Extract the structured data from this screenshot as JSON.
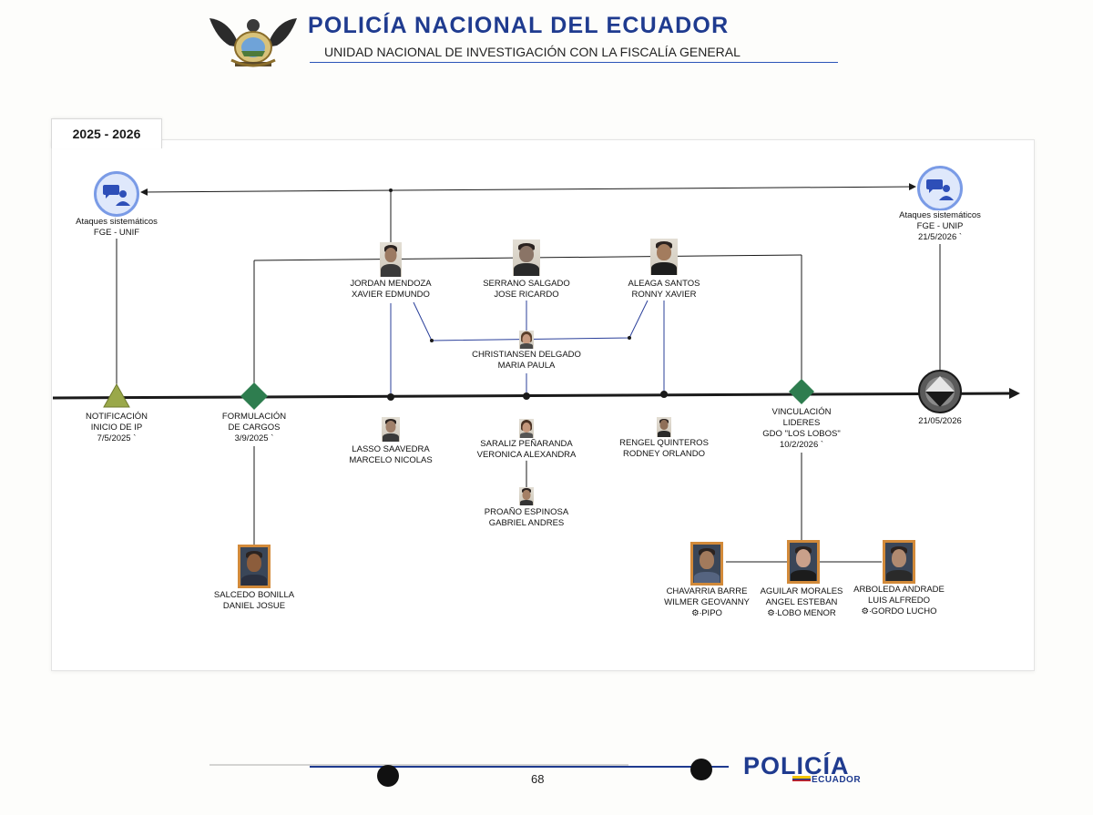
{
  "header": {
    "title": "POLICÍA NACIONAL DEL ECUADOR",
    "subtitle": "UNIDAD NACIONAL DE INVESTIGACIÓN CON LA FISCALÍA GENERAL"
  },
  "period": "2025 - 2026",
  "colors": {
    "brand_blue": "#1f3b8f",
    "timeline": "#1a1a1a",
    "connector_blue": "#2a3f9a",
    "milestone_green": "#2e7d4f",
    "start_triangle": "#9aa84a",
    "photo_frame": "#d28a3a"
  },
  "icons": [
    "chat-icon",
    "triangle-marker",
    "diamond-marker",
    "end-marker",
    "emblem"
  ],
  "attacks_start": {
    "line1": "Ataques sistemáticos",
    "line2": "FGE - UNIF"
  },
  "attacks_end": {
    "line1": "Ataques sistemáticos",
    "line2": "FGE - UNIP",
    "line3": "21/5/2026 `"
  },
  "milestones": {
    "start": {
      "line1": "NOTIFICACIÓN",
      "line2": "INICIO DE IP",
      "line3": "7/5/2025 `"
    },
    "charges": {
      "line1": "FORMULACIÓN",
      "line2": "DE CARGOS",
      "line3": "3/9/2025 `"
    },
    "linking": {
      "line1": "VINCULACIÓN",
      "line2": "LIDERES",
      "line3": "GDO \"LOS LOBOS\"",
      "line4": "10/2/2026 `"
    },
    "end": {
      "line1": "21/05/2026"
    }
  },
  "people": {
    "jordan": {
      "line1": "JORDAN MENDOZA",
      "line2": "XAVIER EDMUNDO"
    },
    "serrano": {
      "line1": "SERRANO SALGADO",
      "line2": "JOSE RICARDO"
    },
    "aleaga": {
      "line1": "ALEAGA SANTOS",
      "line2": "RONNY XAVIER"
    },
    "christiansen": {
      "line1": "CHRISTIANSEN DELGADO",
      "line2": "MARIA PAULA"
    },
    "lasso": {
      "line1": "LASSO SAAVEDRA",
      "line2": "MARCELO NICOLAS"
    },
    "saraliz": {
      "line1": "SARALIZ PEÑARANDA",
      "line2": "VERONICA ALEXANDRA"
    },
    "renge": {
      "line1": "RENGEL QUINTEROS",
      "line2": "RODNEY ORLANDO"
    },
    "proano": {
      "line1": "PROAÑO ESPINOSA",
      "line2": "GABRIEL ANDRES"
    },
    "salcedo": {
      "line1": "SALCEDO BONILLA",
      "line2": "DANIEL JOSUE"
    },
    "chavarria": {
      "line1": "CHAVARRIA BARRE",
      "line2": "WILMER GEOVANNY",
      "alias": "PIPO"
    },
    "aguilar": {
      "line1": "AGUILAR MORALES",
      "line2": "ANGEL ESTEBAN",
      "alias": "LOBO MENOR"
    },
    "arboleda": {
      "line1": "ARBOLEDA ANDRADE",
      "line2": "LUIS ALFREDO",
      "alias": "GORDO LUCHO"
    }
  },
  "alias_prefix": "⚙∙",
  "footer": {
    "page": "68",
    "brand": "POLICÍA",
    "brand_sub": "ECUADOR"
  }
}
